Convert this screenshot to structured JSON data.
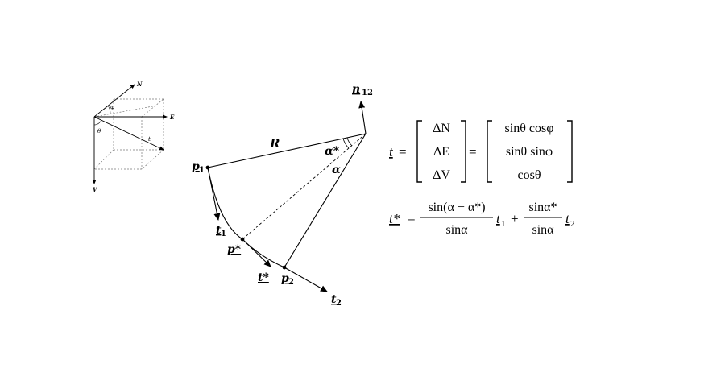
{
  "coord_box": {
    "axis_north": "N",
    "axis_east": "E",
    "axis_vertical": "V",
    "angle_phi": "φ",
    "angle_theta": "θ",
    "vector_t": "t"
  },
  "arc_diagram": {
    "label_R": "R",
    "label_alpha_star": "α*",
    "label_alpha": "α",
    "label_p1": "p",
    "label_p1_sub": "1",
    "label_p2": "p",
    "label_p2_sub": "2",
    "label_pstar": "p*",
    "label_t1": "t",
    "label_t1_sub": "1",
    "label_t2": "t",
    "label_t2_sub": "2",
    "label_tstar": "t*",
    "label_n12": "n",
    "label_n12_sub": "12"
  },
  "equations": {
    "eq1": {
      "lhs": "t",
      "eq1": "=",
      "vec1": [
        "ΔN",
        "ΔE",
        "ΔV"
      ],
      "eq2": "=",
      "vec2": [
        "sinθ cosφ",
        "sinθ sinφ",
        "cosθ"
      ]
    },
    "eq2": {
      "lhs": "t*",
      "eq": "=",
      "frac1_num": "sin(α − α*)",
      "frac1_den": "sinα",
      "term1": "t",
      "term1_sub": "1",
      "plus": "+",
      "frac2_num": "sinα*",
      "frac2_den": "sinα",
      "term2": "t",
      "term2_sub": "2"
    }
  }
}
